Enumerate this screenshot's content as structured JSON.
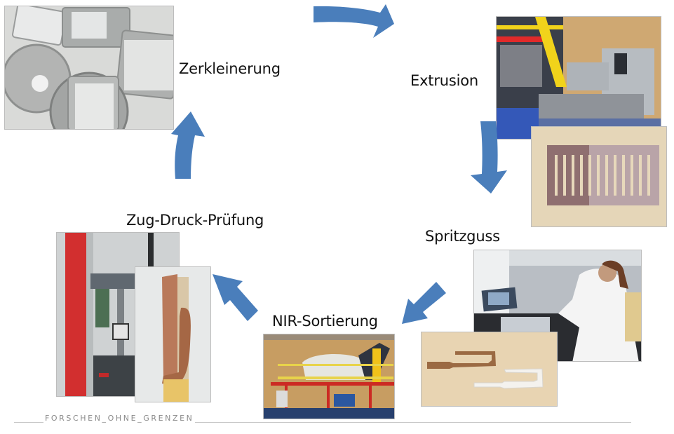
{
  "diagram": {
    "type": "process-cycle",
    "steps": [
      {
        "label": "Zerkleinerung",
        "image": "shredded plastic flakes in metal trays and sieves"
      },
      {
        "label": "Extrusion",
        "image": "extrusion machine and extruded test specimen strip"
      },
      {
        "label": "Spritzguss",
        "image": "injection molding machine operator and molded parts"
      },
      {
        "label": "NIR-Sortierung",
        "image": "NIR sorting plant on steel platform"
      },
      {
        "label": "Zug-Druck-Prüfung",
        "image": "tensile-compression testing machine and test specimen"
      }
    ],
    "arrows": [
      {
        "from": "Zerkleinerung",
        "to": "Extrusion"
      },
      {
        "from": "Extrusion",
        "to": "Spritzguss"
      },
      {
        "from": "Spritzguss",
        "to": "NIR-Sortierung"
      },
      {
        "from": "NIR-Sortierung",
        "to": "Zug-Druck-Prüfung"
      },
      {
        "from": "Zug-Druck-Prüfung",
        "to": "Zerkleinerung"
      }
    ],
    "arrow_color": "#4a7ebb"
  },
  "footer": {
    "tagline": "FORSCHEN_OHNE_GRENZEN"
  }
}
